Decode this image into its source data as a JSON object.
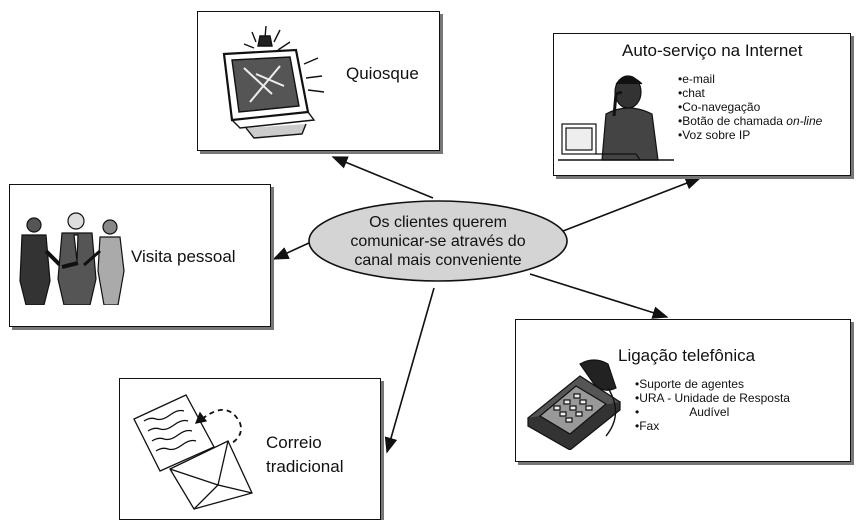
{
  "center": {
    "lines": [
      "Os clientes querem",
      "comunicar-se através do",
      "canal mais conveniente"
    ]
  },
  "kiosk": {
    "title": "Quiosque",
    "icon": "kiosk-computer-icon"
  },
  "internet": {
    "title": "Auto-serviço na Internet",
    "icon": "person-at-computer-icon",
    "bullets": [
      "e-mail",
      "chat",
      "Co-navegação",
      "Botão de chamada ",
      "Voz sobre IP"
    ],
    "bullet4_italic": "on-line"
  },
  "visit": {
    "title": "Visita pessoal",
    "icon": "people-handshake-icon"
  },
  "phone": {
    "title": "Ligação telefônica",
    "icon": "telephone-icon",
    "bullet1": "Suporte de agentes",
    "bullet2_a": "URA - Unidade de Resposta",
    "bullet2_b": "Audível",
    "bullet3": "Fax"
  },
  "mail": {
    "title_line1": "Correio",
    "title_line2": "tradicional",
    "icon": "envelope-letter-icon"
  },
  "colors": {
    "ellipse_fill": "#d4d4d4",
    "stroke": "#111111",
    "shadow": "#777777"
  }
}
